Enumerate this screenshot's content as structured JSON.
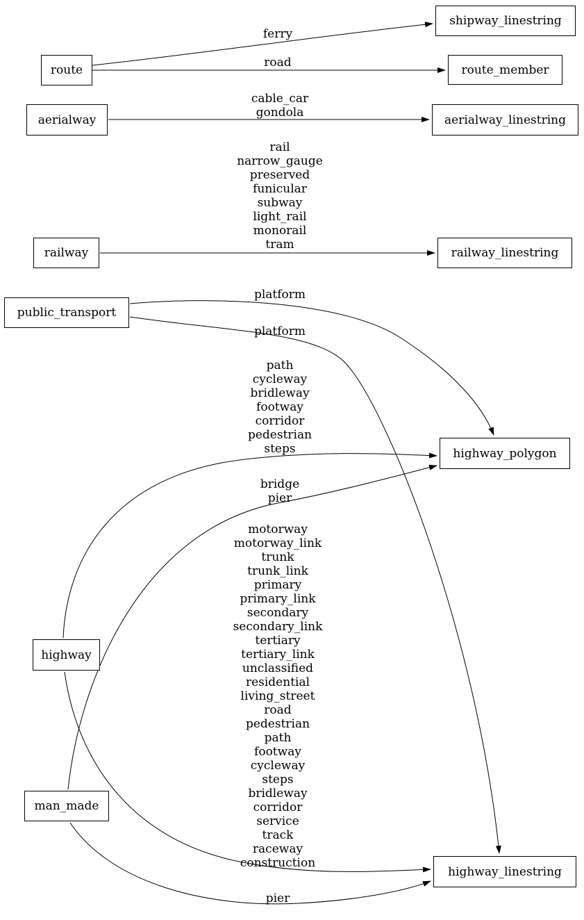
{
  "diagram": {
    "description": "Directed graph mapping OSM source tags to output geometry tables",
    "colors": {
      "background": "#ffffff",
      "node_border": "#000000",
      "edge_stroke": "#000000",
      "text": "#000000"
    },
    "nodes": {
      "route": "route",
      "aerialway": "aerialway",
      "railway": "railway",
      "public_transport": "public_transport",
      "highway": "highway",
      "man_made": "man_made",
      "shipway_linestring": "shipway_linestring",
      "route_member": "route_member",
      "aerialway_linestring": "aerialway_linestring",
      "railway_linestring": "railway_linestring",
      "highway_polygon": "highway_polygon",
      "highway_linestring": "highway_linestring"
    },
    "edge_labels": {
      "route_to_shipway_linestring": "ferry",
      "route_to_route_member": "road",
      "aerialway_to_aerialway_linestring": "cable_car\ngondola",
      "railway_to_railway_linestring": "rail\nnarrow_gauge\npreserved\nfunicular\nsubway\nlight_rail\nmonorail\ntram",
      "public_transport_to_highway_polygon": "platform",
      "public_transport_to_highway_linestring": "platform",
      "highway_to_highway_polygon": "path\ncycleway\nbridleway\nfootway\ncorridor\npedestrian\nsteps",
      "man_made_to_highway_polygon": "bridge\npier",
      "highway_to_highway_linestring": "motorway\nmotorway_link\ntrunk\ntrunk_link\nprimary\nprimary_link\nsecondary\nsecondary_link\ntertiary\ntertiary_link\nunclassified\nresidential\nliving_street\nroad\npedestrian\npath\nfootway\ncycleway\nsteps\nbridleway\ncorridor\nservice\ntrack\nraceway\nconstruction",
      "man_made_to_highway_linestring": "pier"
    }
  }
}
